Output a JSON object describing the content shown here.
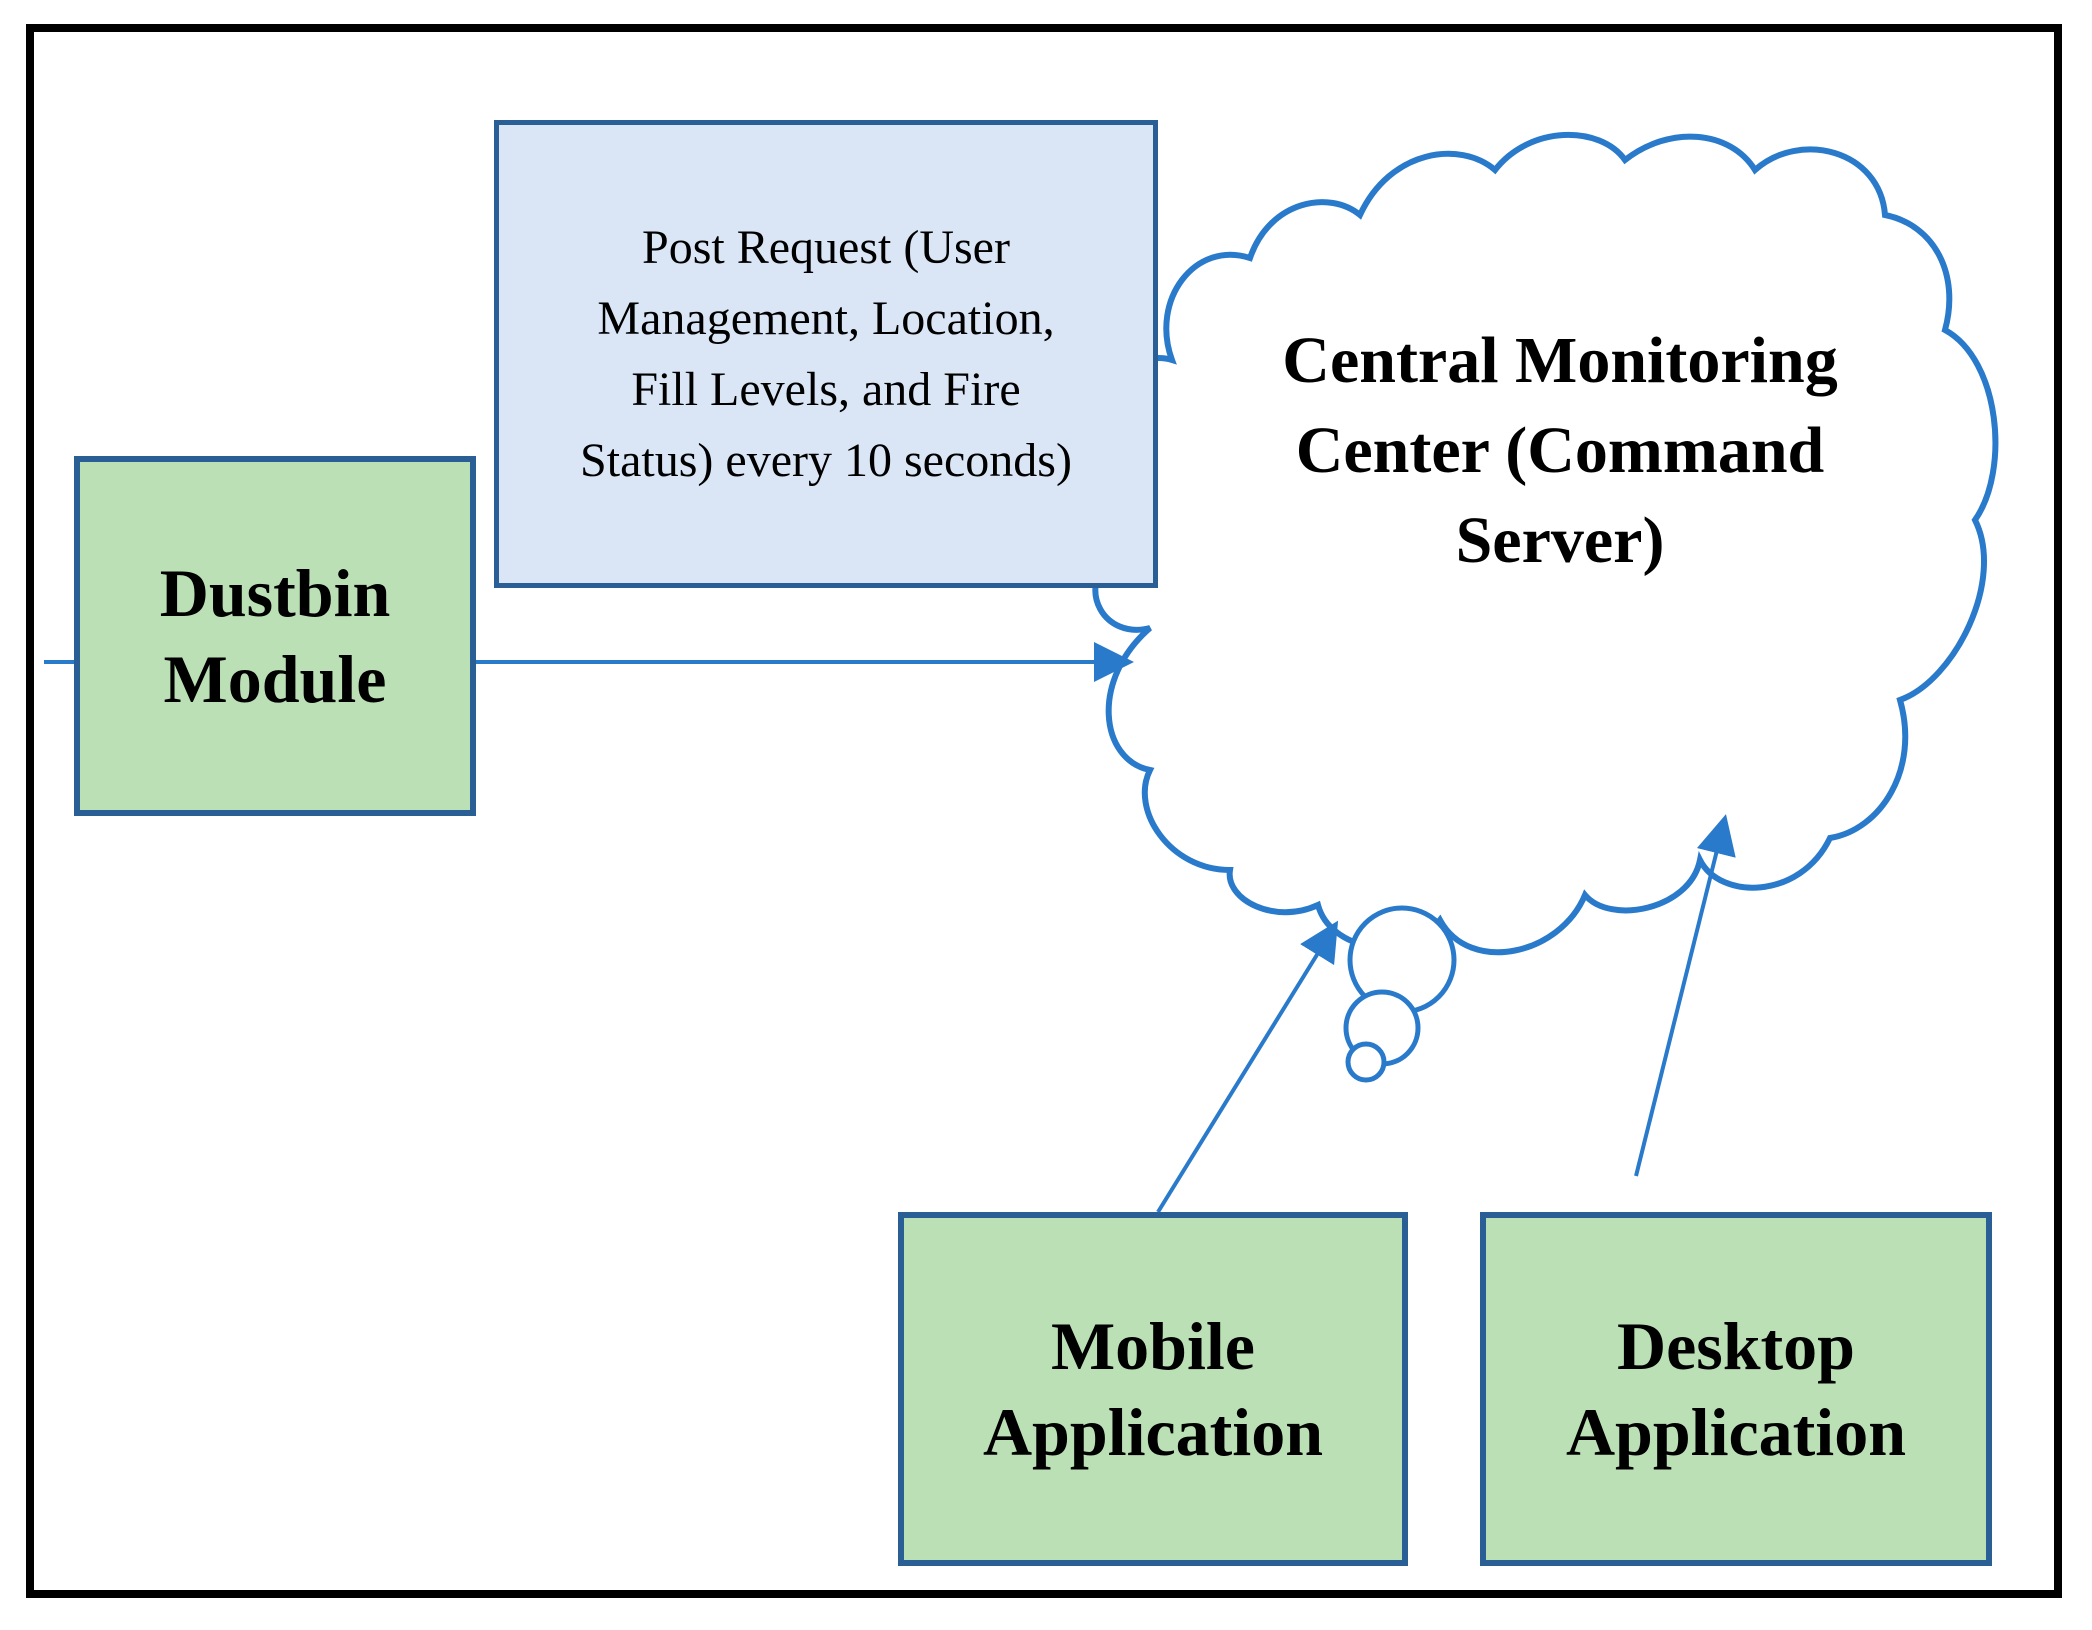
{
  "nodes": {
    "dustbin": {
      "label": "Dustbin\nModule"
    },
    "request": {
      "label": "Post Request (User\nManagement, Location,\nFill  Levels, and Fire\nStatus) every 10 seconds)"
    },
    "server": {
      "label": "Central Monitoring\nCenter (Command\nServer)"
    },
    "mobile": {
      "label": "Mobile\nApplication"
    },
    "desktop": {
      "label": "Desktop\nApplication"
    }
  },
  "edges": [
    {
      "from": "dustbin",
      "to": "server"
    },
    {
      "from": "mobile",
      "to": "server"
    },
    {
      "from": "desktop",
      "to": "server"
    }
  ],
  "colors": {
    "box_fill_green": "#bbe0b5",
    "box_fill_blue": "#dae6f5",
    "stroke_blue": "#2a7acb",
    "box_border": "#2a5f96",
    "frame": "#000000"
  }
}
